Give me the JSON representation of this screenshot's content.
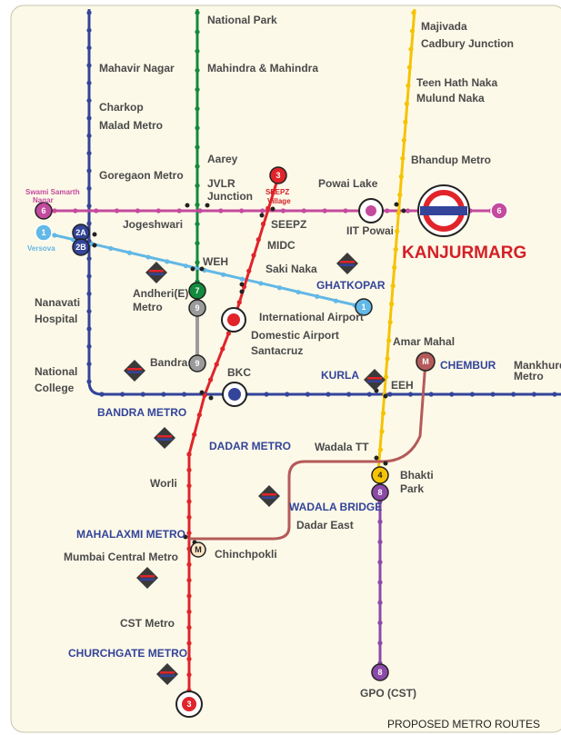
{
  "colors": {
    "background": "#fdf9e8",
    "line_blue": "#33449a",
    "line_green": "#138a3c",
    "line_magenta": "#c44a9e",
    "line_cyan": "#62b8e6",
    "line_yellow": "#f5c300",
    "line_red": "#e0242a",
    "line_maroon": "#b45a5a",
    "line_purple": "#8c4aa8",
    "line_grey": "#9b9b9b",
    "accent_red": "#d42027",
    "text": "#4a4a4a",
    "orange_text": "#f29100",
    "maroon_text": "#a8432b"
  },
  "lines": [
    {
      "id": "blue-west",
      "color_key": "line_blue"
    },
    {
      "id": "green",
      "badge": "7",
      "color_key": "line_green"
    },
    {
      "id": "magenta",
      "badge": "6",
      "color_key": "line_magenta"
    },
    {
      "id": "cyan",
      "badge": "1",
      "color_key": "line_cyan"
    },
    {
      "id": "yellow",
      "badge": "4",
      "color_key": "line_yellow"
    },
    {
      "id": "red",
      "badge": "3",
      "color_key": "line_red"
    },
    {
      "id": "maroon",
      "badge": "M",
      "color_key": "line_maroon"
    },
    {
      "id": "purple",
      "badge": "8",
      "color_key": "line_purple"
    },
    {
      "id": "grey",
      "badge": "9",
      "color_key": "line_grey"
    }
  ],
  "labels": {
    "national_park": "National Park",
    "majivada": "Majivada",
    "cadbury_junction": "Cadbury Junction",
    "mahavir_nagar": "Mahavir Nagar",
    "mahindra": "Mahindra & Mahindra",
    "teen_hath_naka": "Teen Hath Naka",
    "mulund_naka": "Mulund Naka",
    "charkop": "Charkop",
    "malad_metro": "Malad Metro",
    "aarey": "Aarey",
    "bhandup_metro": "Bhandup Metro",
    "goregaon_metro": "Goregaon Metro",
    "jvlr": "JVLR",
    "junction": "Junction",
    "seepz_village_1": "SEEPZ",
    "seepz_village_2": "Village",
    "powai_lake": "Powai Lake",
    "swami_samarth_1": "Swami Samarth",
    "swami_samarth_2": "Nagar",
    "jogeshwari": "Jogeshwari",
    "seepz": "SEEPZ",
    "iit_powai": "IIT Powai",
    "versova": "Versova",
    "midc": "MIDC",
    "kanjurmarg": "KANJURMARG",
    "weh": "WEH",
    "saki_naka": "Saki Naka",
    "andheri_e_1": "Andheri(E)",
    "andheri_e_2": "Metro",
    "ghatkopar": "GHATKOPAR",
    "nanavati_1": "Nanavati",
    "nanavati_2": "Hospital",
    "international_airport": "International Airport",
    "domestic_airport": "Domestic Airport",
    "santacruz": "Santacruz",
    "amar_mahal": "Amar Mahal",
    "chembur": "CHEMBUR",
    "mankhurd_1": "Mankhurd",
    "mankhurd_2": "Metro",
    "bandra": "Bandra",
    "national_college_1": "National",
    "national_college_2": "College",
    "bkc": "BKC",
    "kurla": "KURLA",
    "eeh": "EEH",
    "bandra_metro": "BANDRA METRO",
    "dadar_metro": "DADAR METRO",
    "wadala_tt": "Wadala TT",
    "worli": "Worli",
    "bhakti_1": "Bhakti",
    "bhakti_2": "Park",
    "wadala_bridge": "WADALA BRIDGE",
    "dadar_east": "Dadar East",
    "mahalaxmi_metro": "MAHALAXMI METRO",
    "mumbai_central_metro": "Mumbai Central Metro",
    "chinchpokli": "Chinchpokli",
    "cst_metro": "CST Metro",
    "churchgate_metro": "CHURCHGATE METRO",
    "gpo_cst": "GPO (CST)"
  },
  "badges": {
    "seepz_village": "3",
    "swami_samarth": "6",
    "kanjurmarg_east": "6",
    "versova": "1",
    "line_2a": "2A",
    "line_2b": "2B",
    "andheri_7": "7",
    "andheri_9": "9",
    "bandra_9": "9",
    "ghatkopar_1": "1",
    "amar_mahal_m": "M",
    "bhakti_4": "4",
    "bhakti_8": "8",
    "chinchpokli_m": "M",
    "gpo_8": "8",
    "churchgate_3": "3"
  },
  "footer": "PROPOSED METRO ROUTES"
}
